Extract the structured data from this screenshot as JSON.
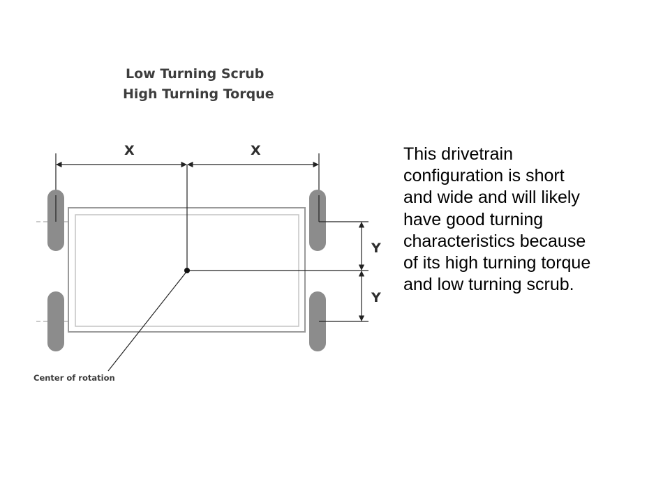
{
  "diagram": {
    "title_line1": "Low Turning Scrub",
    "title_line2": "High Turning Torque",
    "dim_x_left": "X",
    "dim_x_right": "X",
    "dim_y_top": "Y",
    "dim_y_bottom": "Y",
    "center_label": "Center of rotation"
  },
  "description": {
    "text": "This drivetrain\nconfiguration is short\nand wide and will likely\nhave good turning\ncharacteristics because\nof its high turning torque\nand low turning scrub."
  },
  "colors": {
    "wheel": "#8c8c8c",
    "frame": "#9a9a9a",
    "line": "#222222",
    "text": "#000000"
  }
}
